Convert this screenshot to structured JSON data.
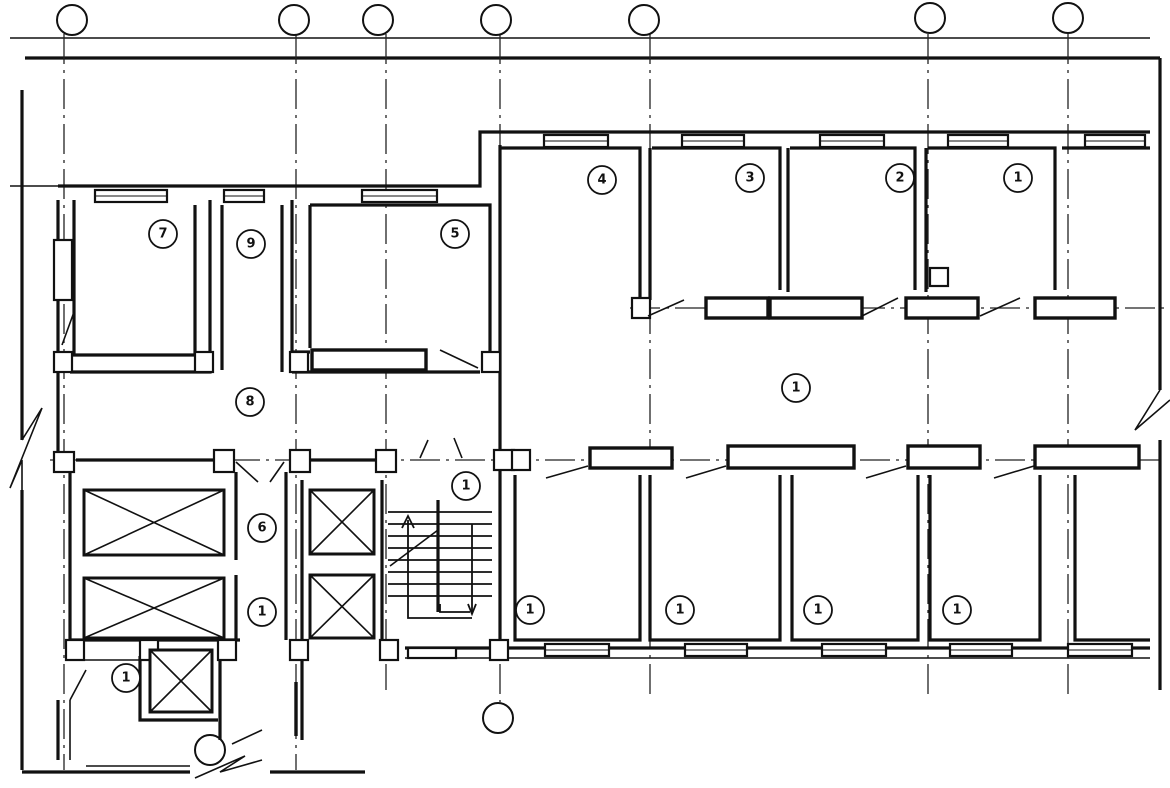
{
  "plan": {
    "room_tags": [
      {
        "id": "r7",
        "label": "7"
      },
      {
        "id": "r9",
        "label": "9"
      },
      {
        "id": "r5",
        "label": "5"
      },
      {
        "id": "r4",
        "label": "4"
      },
      {
        "id": "r3",
        "label": "3"
      },
      {
        "id": "r2",
        "label": "2"
      },
      {
        "id": "r1a",
        "label": "1"
      },
      {
        "id": "r8",
        "label": "8"
      },
      {
        "id": "r1b",
        "label": "1"
      },
      {
        "id": "r1c",
        "label": "1"
      },
      {
        "id": "r6",
        "label": "6"
      },
      {
        "id": "r1d",
        "label": "1"
      },
      {
        "id": "r1e",
        "label": "1"
      },
      {
        "id": "r1f",
        "label": "1"
      },
      {
        "id": "r1g",
        "label": "1"
      },
      {
        "id": "r1h",
        "label": "1"
      },
      {
        "id": "r1i",
        "label": "1"
      }
    ]
  }
}
